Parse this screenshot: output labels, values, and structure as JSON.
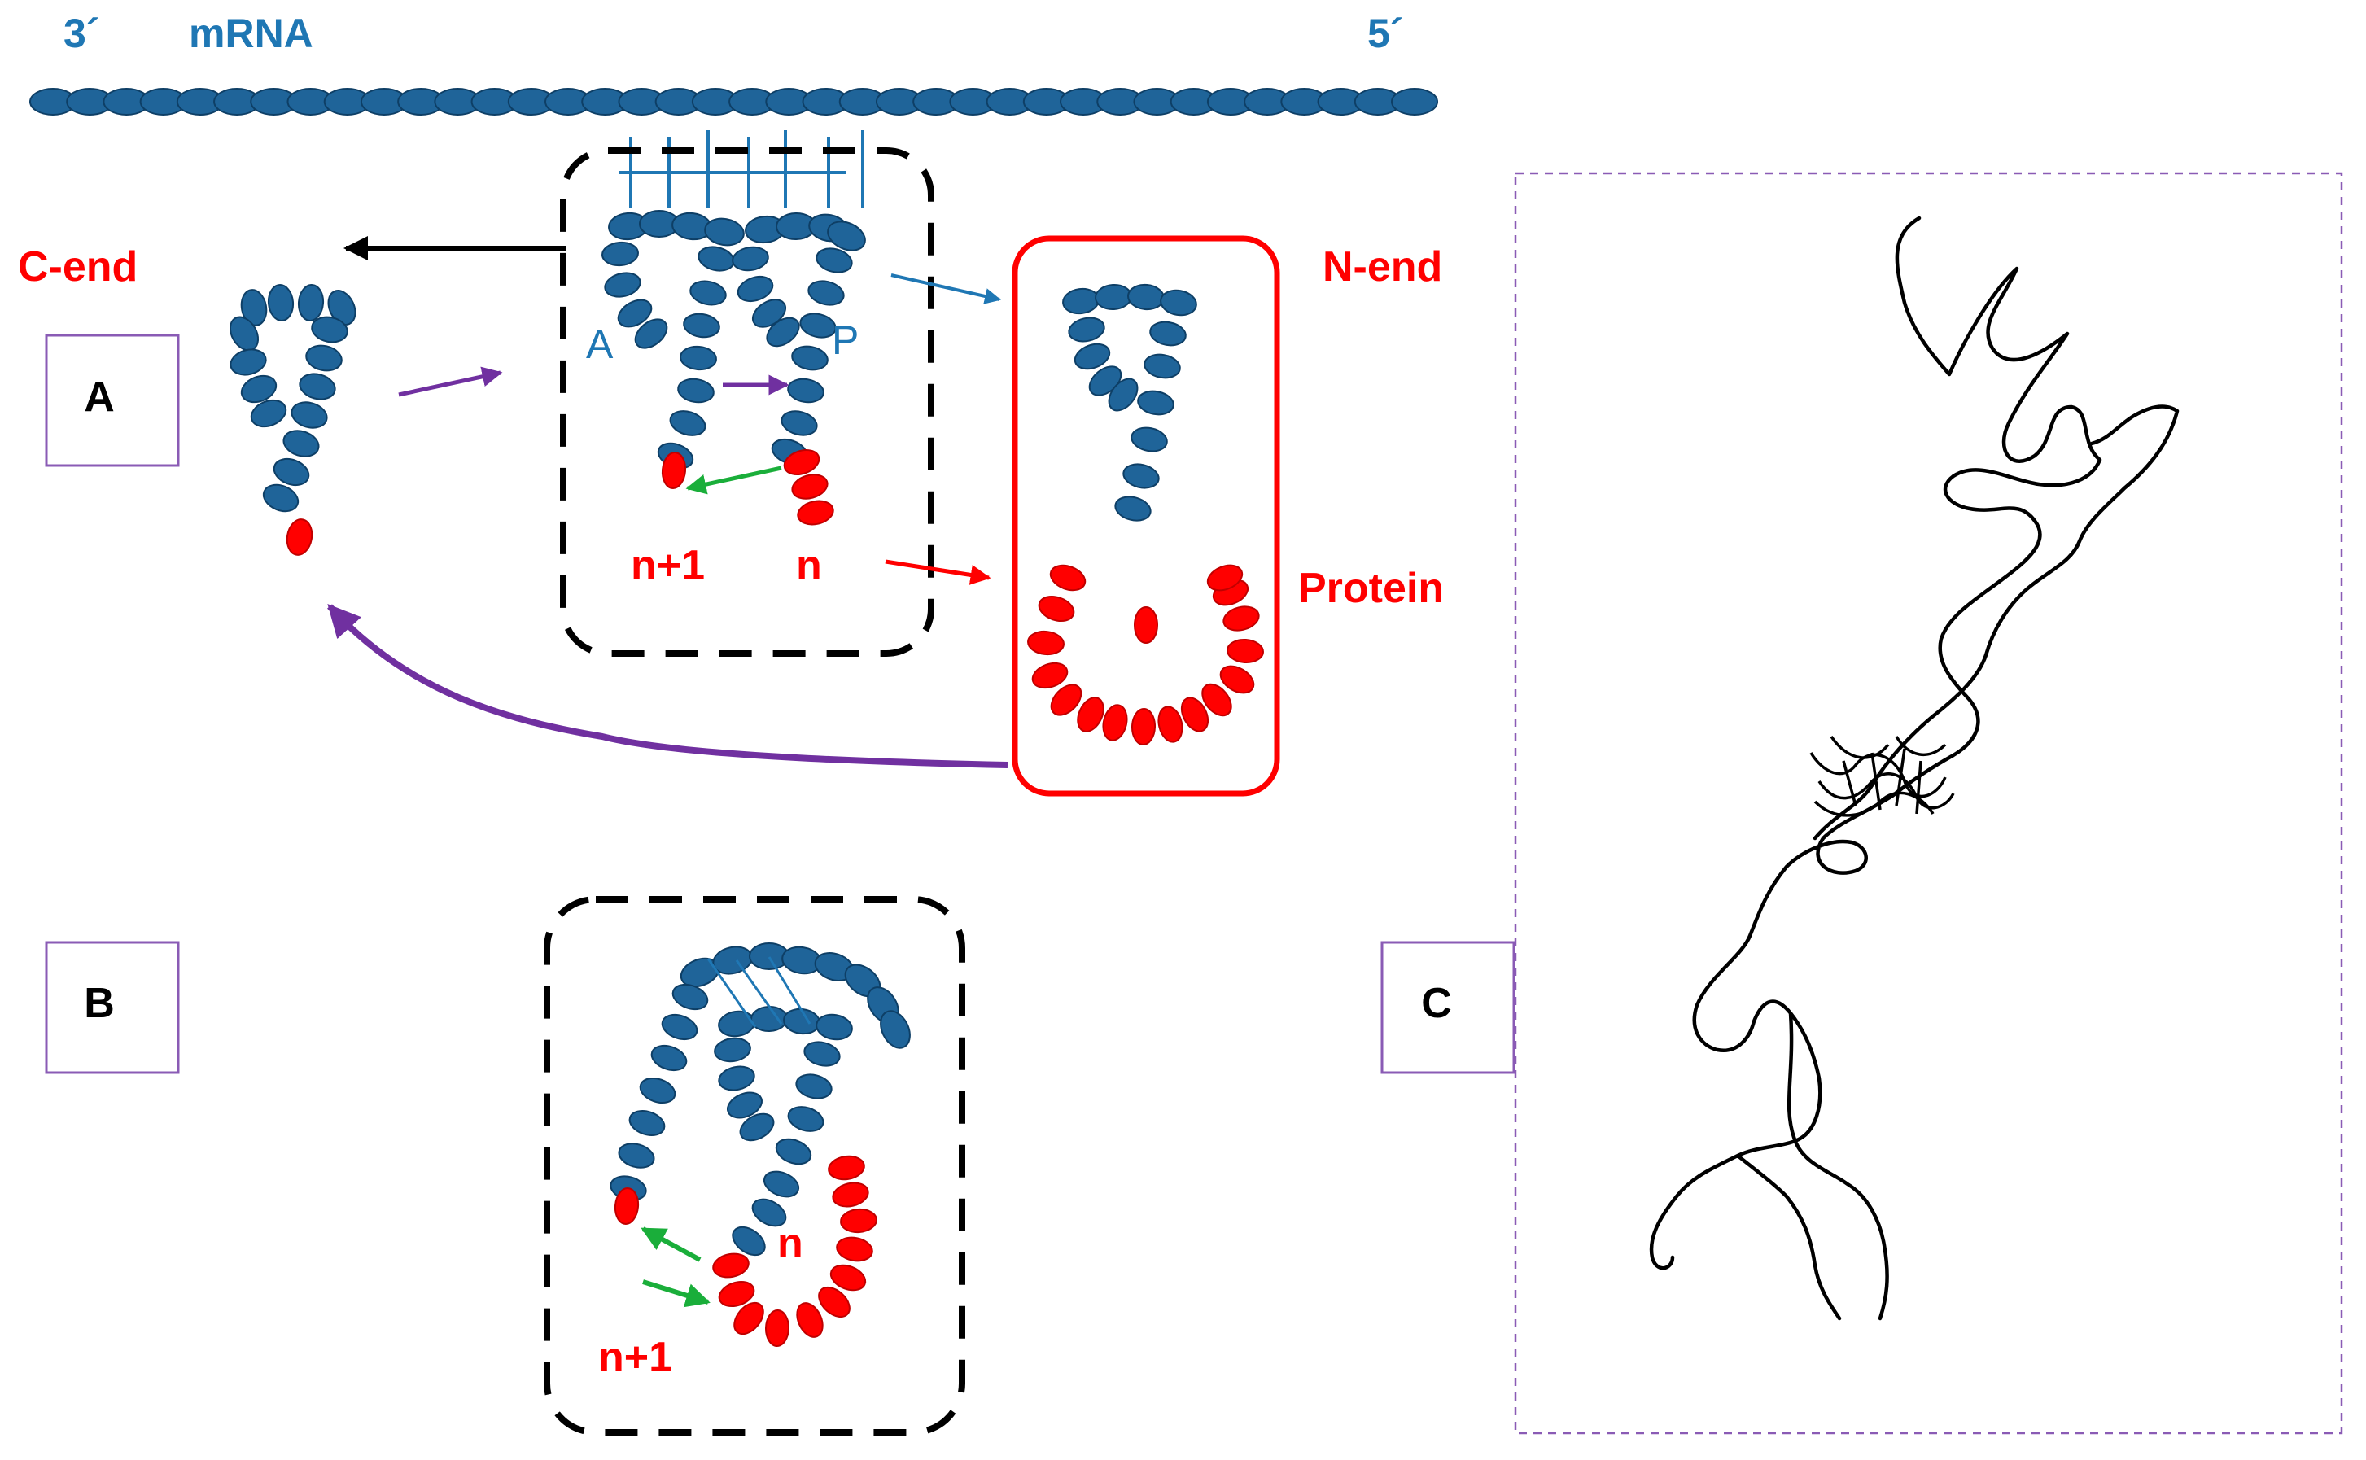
{
  "labels": {
    "three_prime": "3´",
    "mrna": "mRNA",
    "five_prime": "5´",
    "c_end": "C-end",
    "n_end": "N-end",
    "site_a": "A",
    "site_p": "P",
    "n_plus_1_top": "n+1",
    "n_top": "n",
    "protein": "Protein",
    "n_bottom": "n",
    "n_plus_1_bottom": "n+1"
  },
  "panels": {
    "a": "A",
    "b": "B",
    "c": "C"
  },
  "colors": {
    "blue_bead": "#1f6499",
    "blue_text": "#1f77b4",
    "red": "#ff0000",
    "purple_arrow": "#7030a0",
    "green_arrow": "#1aae3a",
    "black": "#000000",
    "panel_border": "#8a5bb5"
  }
}
